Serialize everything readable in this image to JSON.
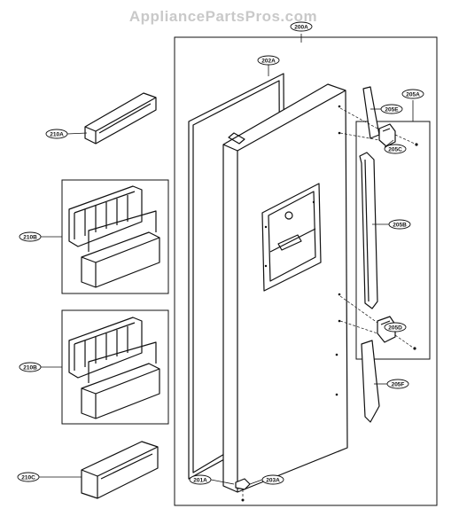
{
  "watermark": "AppliancePartsPros.com",
  "callouts": {
    "c200A": "200A",
    "c202A": "202A",
    "c205A": "205A",
    "c205E": "205E",
    "c205C": "205C",
    "c205B": "205B",
    "c205D": "205D",
    "c205F": "205F",
    "c210A": "210A",
    "c210B_top": "210B",
    "c210B_bottom": "210B",
    "c210C": "210C",
    "c201A": "201A",
    "c203A": "203A"
  }
}
